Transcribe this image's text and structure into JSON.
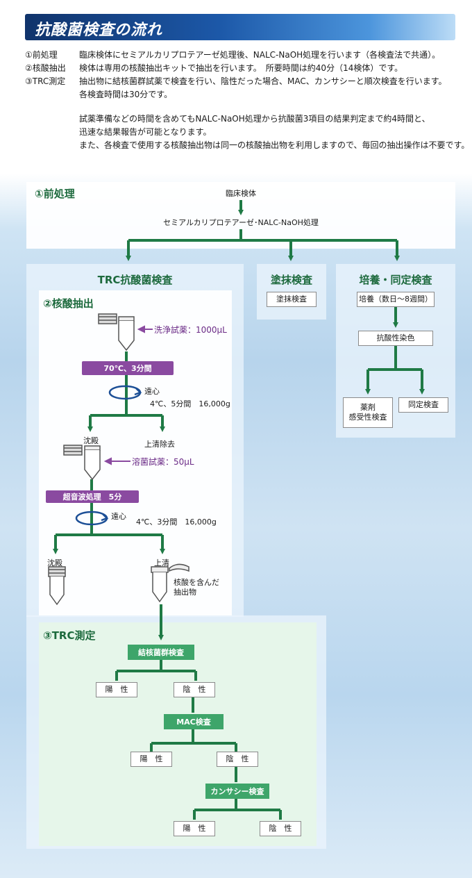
{
  "header": {
    "title": "抗酸菌検査の流れ"
  },
  "intro": {
    "rows": [
      {
        "label": "①前処理",
        "text": "臨床検体にセミアルカリプロテアーゼ処理後、NALC-NaOH処理を行います（各検査法で共通）。"
      },
      {
        "label": "②核酸抽出",
        "text": "検体は専用の核酸抽出キットで抽出を行います。　所要時間は約40分（14検体）です。"
      },
      {
        "label": "③TRC測定",
        "text": "抽出物に結核菌群試薬で検査を行い、陰性だった場合、MAC、カンサシーと順次検査を行います。"
      },
      {
        "label": "",
        "text": "各検査時間は30分です。"
      }
    ],
    "notes": [
      "試薬準備などの時間を含めてもNALC-NaOH処理から抗酸菌3項目の結果判定まで約4時間と、",
      "迅速な結果報告が可能となります。",
      "また、各検査で使用する核酸抽出物は同一の核酸抽出物を利用しますので、毎回の抽出操作は不要です。"
    ]
  },
  "pre": {
    "title": "①前処理",
    "specimen": "臨床検体",
    "process": "セミアルカリプロテアーゼ･NALC-NaOH処理"
  },
  "trc": {
    "title": "TRC抗酸菌検査"
  },
  "smear": {
    "title": "塗抹検査",
    "box": "塗抹検査"
  },
  "culture": {
    "title": "培養・同定検査",
    "box1": "培養（数日～8週間）",
    "box2": "抗酸性染色",
    "box3_line1": "薬剤",
    "box3_line2": "感受性検査",
    "box4": "同定検査"
  },
  "extract": {
    "title": "②核酸抽出",
    "wash_reagent": "洗浄試薬：1000μL",
    "step1": "70℃、3分間",
    "spin1_label": "遠心",
    "spin1_cond": "4℃、5分間　16,000g",
    "precipitate1": "沈殿",
    "supernatant_removed": "上清除去",
    "lysis_reagent": "溶菌試薬：50μL",
    "step2": "超音波処理　5分",
    "spin2_label": "遠心",
    "spin2_cond": "4℃、3分間　16,000g",
    "precipitate2": "沈殿",
    "supernatant": "上清",
    "extract_line1": "核酸を含んだ",
    "extract_line2": "抽出物"
  },
  "measure": {
    "title": "③TRC測定",
    "test1": "結核菌群検査",
    "test2": "MAC検査",
    "test3": "カンサシー検査",
    "positive": "陽　性",
    "negative": "陰　性"
  },
  "colors": {
    "green": "#1f7a45",
    "purple": "#8a4aa0",
    "header": "#1c58a8"
  }
}
